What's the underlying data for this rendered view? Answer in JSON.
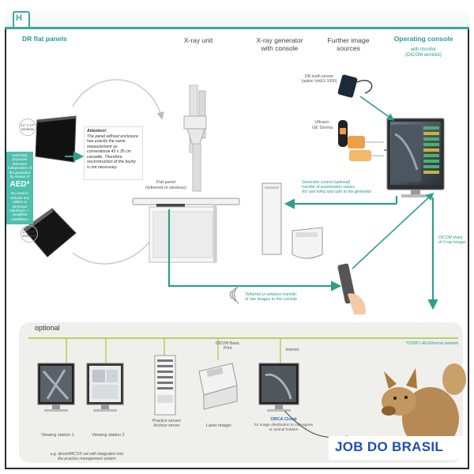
{
  "top_labels": {
    "dr_flat_panels": "DR flat panels",
    "xray_unit": "X-ray unit",
    "xray_generator": "X-ray generator\nwith console",
    "further_sources": "Further image sources",
    "operating_console": "Operating console",
    "operating_console_sub": "with monitor\n(DICOM worklist)"
  },
  "panels": {
    "panel_14x17": "14\" x 17\"\nwireless",
    "panel_17x17": "17\" x 17\"\ntethered"
  },
  "attention": {
    "title": "Attention!",
    "text": "The panel without enclosure has exactly the same measurement as conventional 43 x 35 cm cassette. Therefore reconstruction of the bucky is not necessary."
  },
  "aed": {
    "top": "Automatic Exposure detection independent of the generator by means of",
    "big": "AED*",
    "bottom": "No need to activate any cables or generator interfaces — simplified installation"
  },
  "xray": {
    "flat_panel": "Flat panel\n(tethered or wireless)"
  },
  "sources": {
    "dr_tooth_sensor": "DR tooth sensor\n(option VetEX 1000)",
    "ultrasonic": "Ultraso-\nGE Derma"
  },
  "annotations": {
    "generator_control": "Generator control (optional)\ntransfer of examination values\n(kV and mAs) and calls to the generator",
    "wireless_transfer": "Tethered or wireless transfer\nof raw images to the console",
    "dicom_share": "DICOM share\nof X-ray images",
    "network": "TCP/IP LAN Ethernet network"
  },
  "optional": {
    "label": "optional",
    "viewing_station_1": "Viewing station 1",
    "viewing_station_2": "Viewing station 2",
    "practice_server": "Practice server/\nArchive server",
    "laser_imager": "Laser imager",
    "dicom_print": "DICOM Basic\nPrint",
    "internet": "Internet",
    "orca_title": "ORCA Cloud",
    "orca_sub": "for image distribution to colleagues\nor animal holders",
    "note": "e.g. dicomPACS® vet with integration into\nthe practice management system"
  },
  "watermark": "JOB DO BRASIL",
  "colors": {
    "accent": "#3fa6a0",
    "line_teal": "#2f9d8c",
    "panel_gray": "#efefec"
  }
}
